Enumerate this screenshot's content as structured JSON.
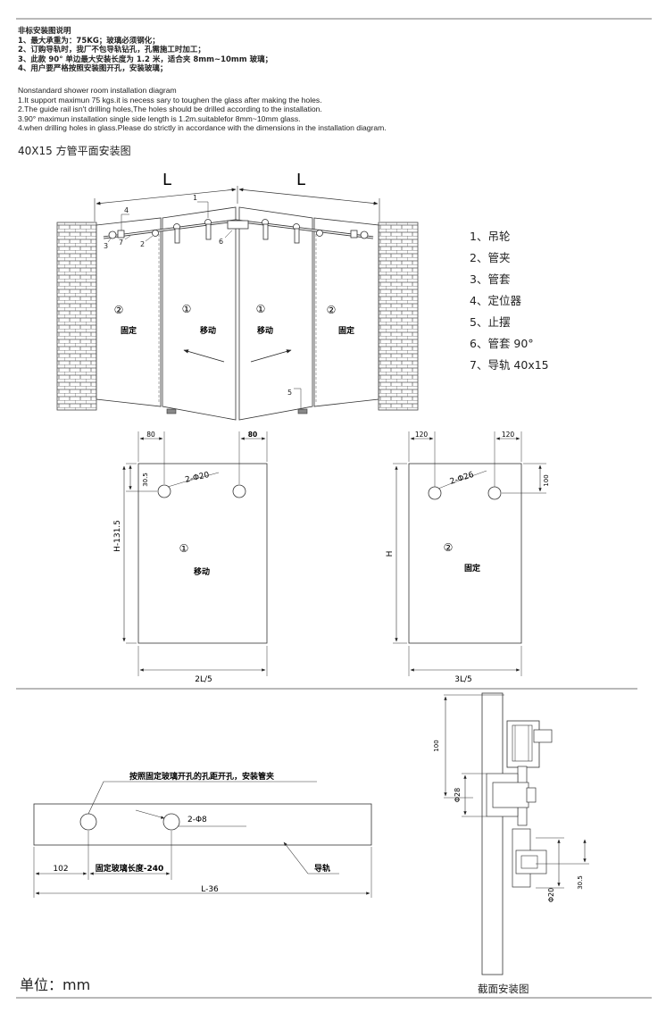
{
  "notes_cn": {
    "title": "非标安装图说明",
    "lines": [
      "1、最大承重为：75KG；玻璃必须钢化；",
      "2、订购导轨时，我厂不包导轨钻孔，孔需施工时加工；",
      "3、此款 90° 单边最大安装长度为 1.2 米，适合夹 8mm~10mm 玻璃；",
      "4、用户要严格按照安装图开孔，安装玻璃；"
    ]
  },
  "notes_en": {
    "title": "Nonstandard shower room installation diagram",
    "lines": [
      "1.It support maximun 75 kgs.it is necess sary to toughen the glass after making the holes.",
      "2.The guide rail isn't drilling holes,The holes should be drilled according to the installation.",
      "3.90°   maximun installation single side length is 1.2m.suitablefor 8mm~10mm glass.",
      "4.when drilling holes in glass.Please do strictly in accordance with the dimensions in the installation diagram."
    ]
  },
  "plan_title": "40X15 方管平面安装图",
  "plan": {
    "dim_L": "L",
    "callouts": [
      "1",
      "2",
      "3",
      "4",
      "5",
      "6",
      "7"
    ],
    "panel_numbers": [
      "②",
      "①",
      "①",
      "②"
    ],
    "panel_labels": [
      "固定",
      "移动",
      "移动",
      "固定"
    ]
  },
  "legend": [
    "1、吊轮",
    "2、管夹",
    "3、管套",
    "4、定位器",
    "5、止摆",
    "6、管套 90°",
    "7、导轨 40x15"
  ],
  "moving_panel": {
    "dim_top_left": "80",
    "dim_top_right": "80",
    "dim_side": "30.5",
    "holes": "2-Φ20",
    "height": "H-131.5",
    "number": "①",
    "label": "移动",
    "width": "2L/5"
  },
  "fixed_panel": {
    "dim_top_left": "120",
    "dim_top_right": "120",
    "dim_side": "100",
    "holes": "2-Φ26",
    "height": "H",
    "number": "②",
    "label": "固定",
    "width": "3L/5"
  },
  "rail": {
    "note": "按照固定玻璃开孔的孔距开孔，安装管夹",
    "holes": "2-Φ8",
    "dim_left": "102",
    "dim_mid": "固定玻璃长度-240",
    "dim_total": "L-36",
    "rail_label": "导轨"
  },
  "section": {
    "dim_100": "100",
    "dim_28": "Φ28",
    "dim_20": "Φ20",
    "dim_305": "30.5",
    "caption": "截面安装图"
  },
  "unit": "单位：mm"
}
